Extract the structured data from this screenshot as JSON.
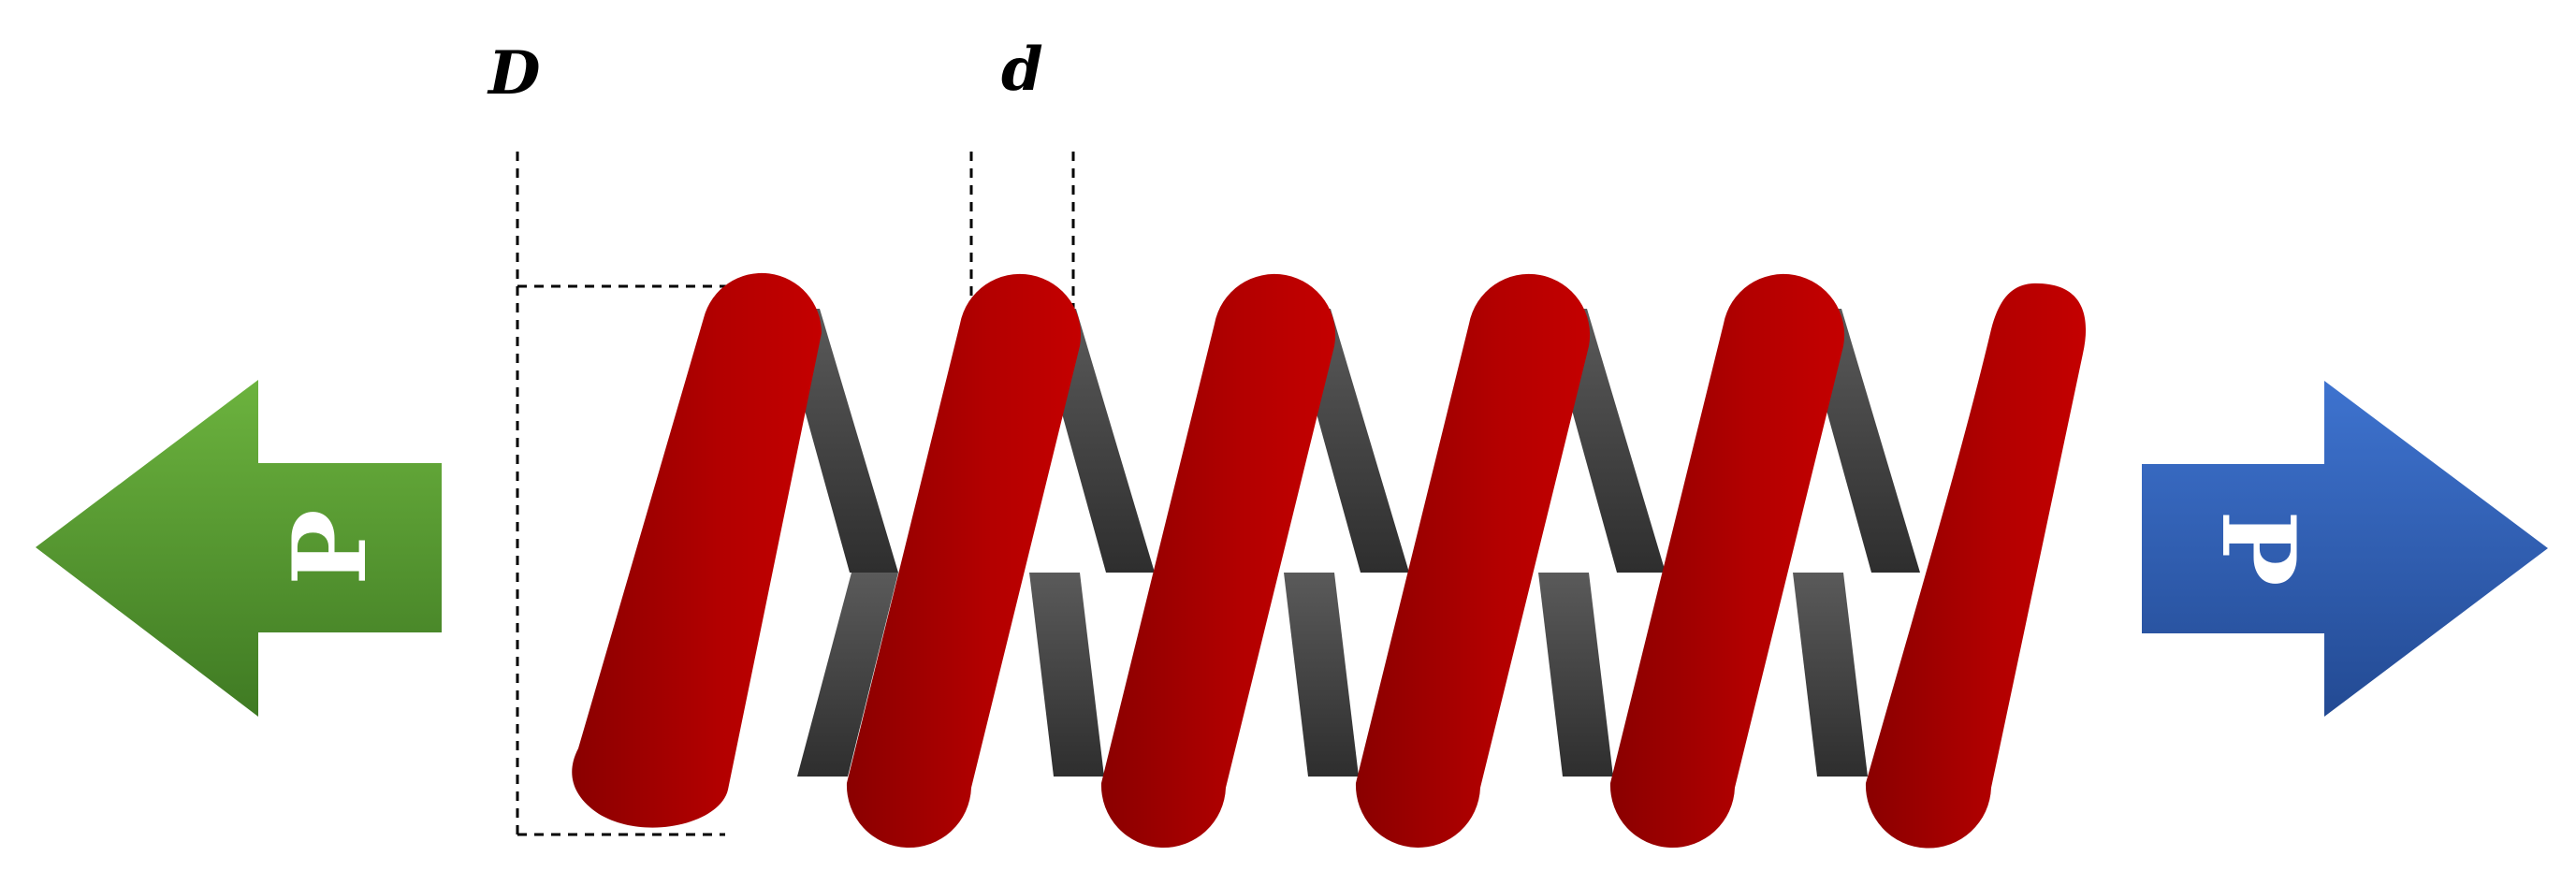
{
  "labels": {
    "coil_diameter": "D",
    "wire_diameter": "d",
    "load_left": "P",
    "load_right": "P"
  },
  "colors": {
    "coil_front": "#b90000",
    "coil_front_dark": "#8a0000",
    "coil_back": "#4a4a4a",
    "arrow_left": "#5a9a35",
    "arrow_right": "#3563b8"
  },
  "icons": {
    "left_arrow": "arrow-left-icon",
    "right_arrow": "arrow-right-icon"
  }
}
